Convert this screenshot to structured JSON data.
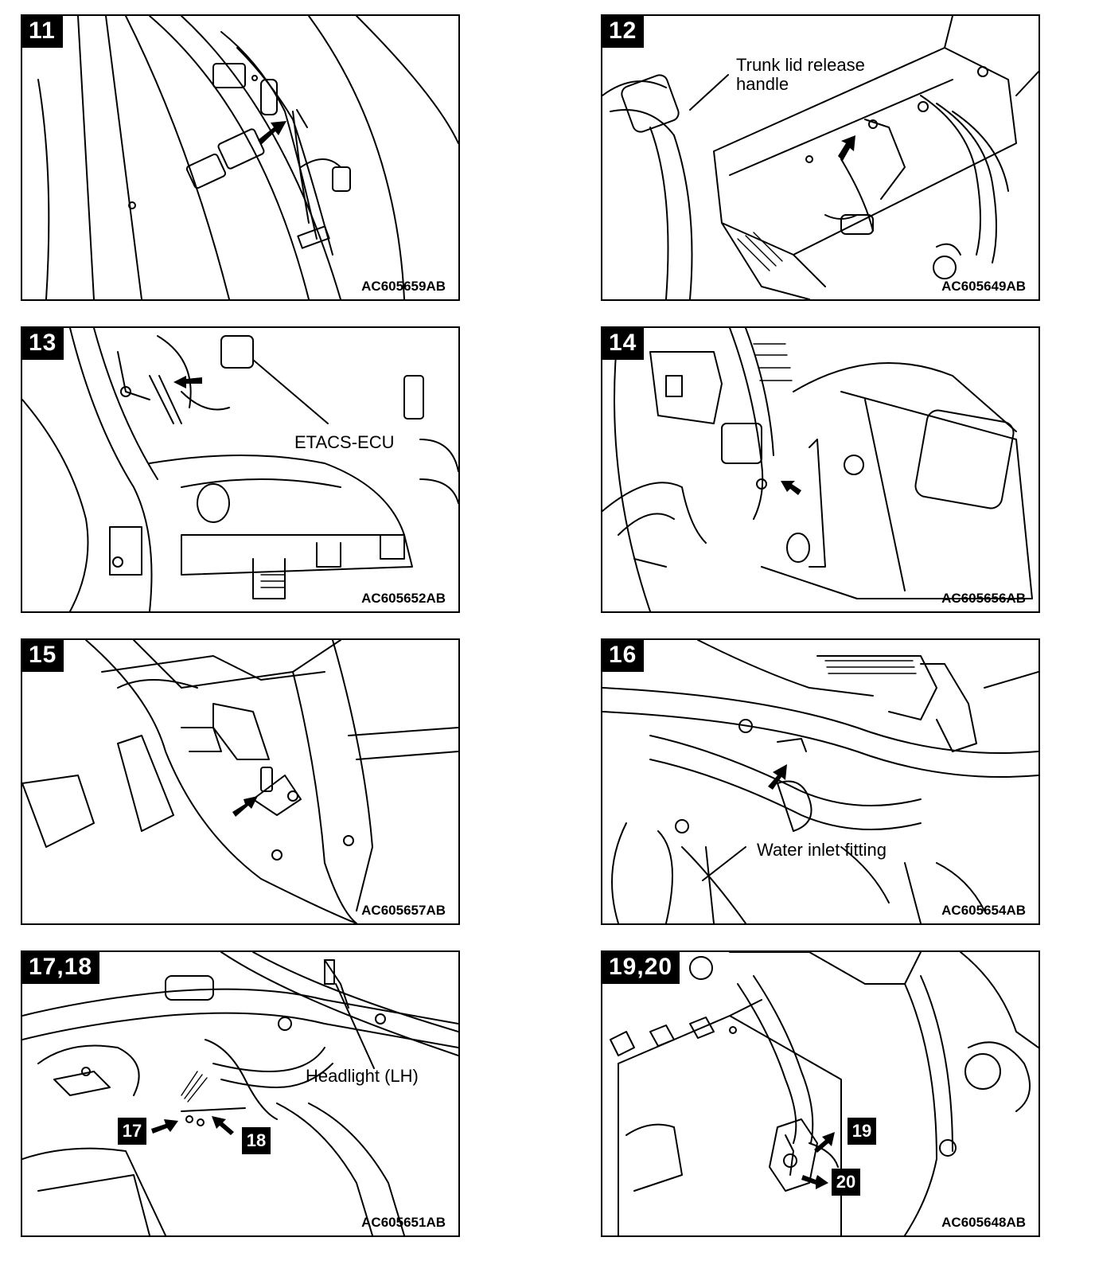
{
  "panels": [
    {
      "step": "11",
      "code": "AC605659AB"
    },
    {
      "step": "12",
      "code": "AC605649AB",
      "label": "Trunk lid release\nhandle"
    },
    {
      "step": "13",
      "code": "AC605652AB",
      "label": "ETACS-ECU"
    },
    {
      "step": "14",
      "code": "AC605656AB"
    },
    {
      "step": "15",
      "code": "AC605657AB"
    },
    {
      "step": "16",
      "code": "AC605654AB",
      "label": "Water inlet fitting"
    },
    {
      "step": "17,18",
      "code": "AC605651AB",
      "label": "Headlight (LH)",
      "callouts": [
        "17",
        "18"
      ]
    },
    {
      "step": "19,20",
      "code": "AC605648AB",
      "callouts": [
        "19",
        "20"
      ]
    }
  ]
}
